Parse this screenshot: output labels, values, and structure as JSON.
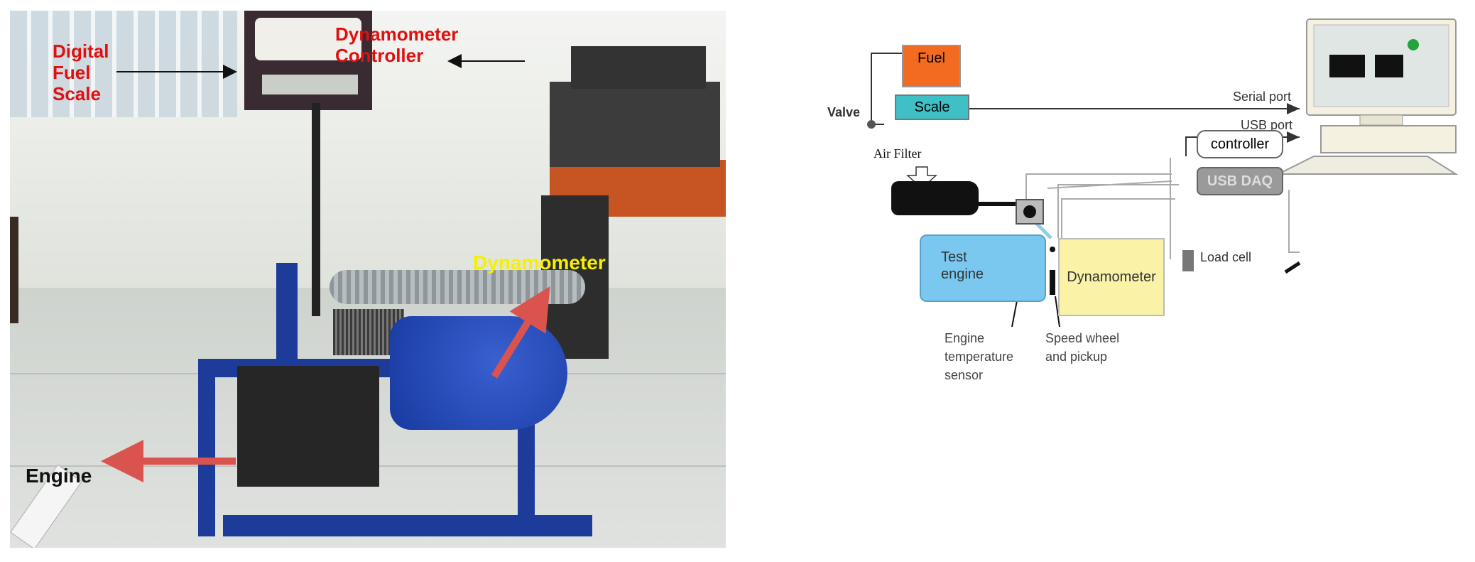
{
  "photo": {
    "labels": {
      "digital_fuel_scale": "Digital\nFuel\nScale",
      "dynamometer_controller": "Dynamometer\nController",
      "dynamometer": "Dynamometer",
      "engine": "Engine"
    },
    "colors": {
      "red_label": "#e01010",
      "yellow_label": "#f6f000",
      "arrow": "#d9534f"
    }
  },
  "schematic": {
    "fuel": "Fuel",
    "scale": "Scale",
    "valve": "Valve",
    "air_filter": "Air Filter",
    "serial_port": "Serial port",
    "usb_port": "USB port",
    "controller": "controller",
    "usb_daq": "USB DAQ",
    "test_engine": "Test\nengine",
    "dynamometer": "Dynamometer",
    "load_cell": "Load cell",
    "engine_temperature_sensor": "Engine\ntemperature\nsensor",
    "speed_wheel_pickup": "Speed wheel\nand pickup",
    "colors": {
      "fuel": "#f26b21",
      "scale": "#3fbfc6",
      "test_engine": "#7ac8ef",
      "dynamometer": "#f9f2a7",
      "usb_daq": "#9a9a9a"
    }
  }
}
